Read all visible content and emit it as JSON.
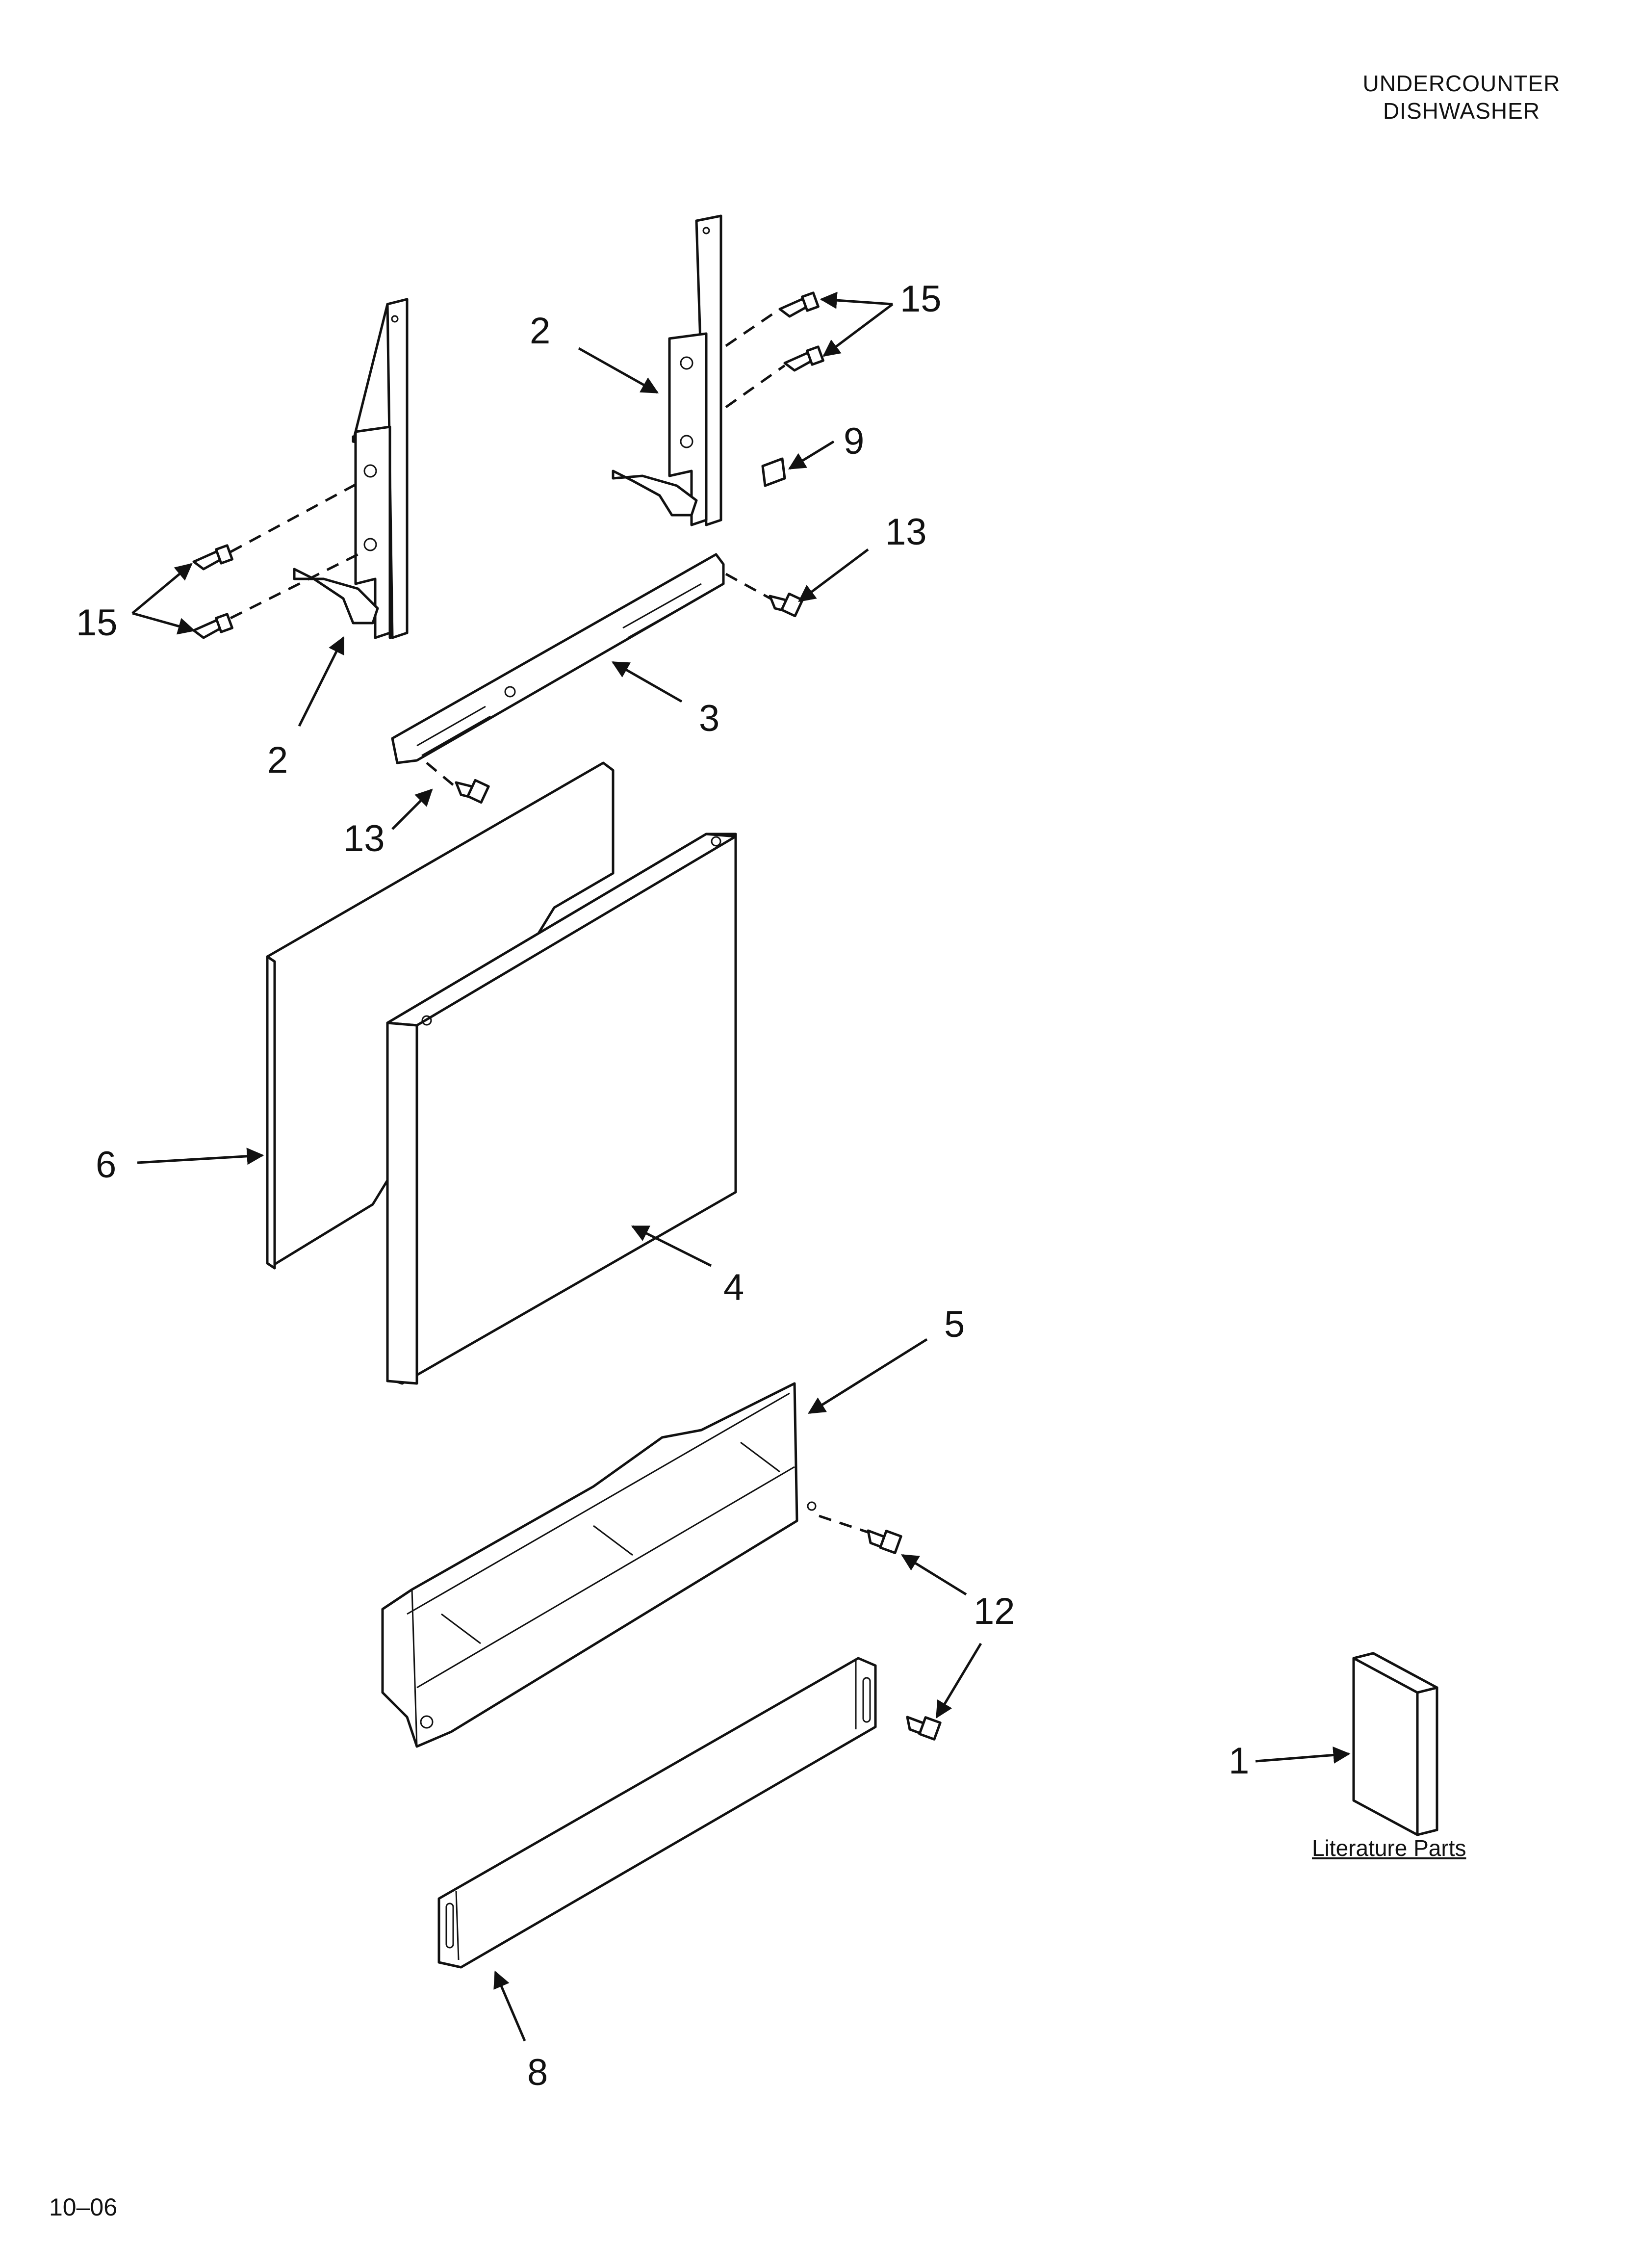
{
  "header": {
    "line1": "UNDERCOUNTER",
    "line2": "DISHWASHER"
  },
  "callouts": {
    "c1": "1",
    "c2a": "2",
    "c2b": "2",
    "c3": "3",
    "c4": "4",
    "c5": "5",
    "c6": "6",
    "c8": "8",
    "c9": "9",
    "c12": "12",
    "c13a": "13",
    "c13b": "13",
    "c15a": "15",
    "c15b": "15"
  },
  "literature_label": "Literature Parts",
  "footer_code": "10–06"
}
